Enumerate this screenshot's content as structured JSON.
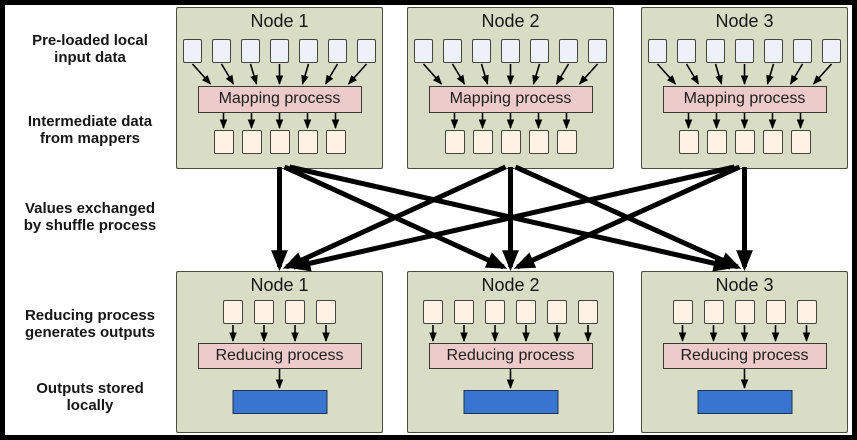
{
  "side_labels": [
    {
      "text": "Pre-loaded local\ninput data"
    },
    {
      "text": "Intermediate data\nfrom mappers"
    },
    {
      "text": "Values exchanged\nby shuffle process"
    },
    {
      "text": "Reducing process\ngenerates outputs"
    },
    {
      "text": "Outputs stored\nlocally"
    }
  ],
  "top_nodes": [
    {
      "title": "Node 1",
      "process": "Mapping process",
      "input_count": 7,
      "output_count": 5
    },
    {
      "title": "Node 2",
      "process": "Mapping process",
      "input_count": 7,
      "output_count": 5
    },
    {
      "title": "Node 3",
      "process": "Mapping process",
      "input_count": 7,
      "output_count": 5
    }
  ],
  "bottom_nodes": [
    {
      "title": "Node 1",
      "process": "Reducing process",
      "input_count": 4
    },
    {
      "title": "Node 2",
      "process": "Reducing process",
      "input_count": 6
    },
    {
      "title": "Node 3",
      "process": "Reducing process",
      "input_count": 5
    }
  ],
  "shuffle": {
    "connections": [
      [
        0,
        0
      ],
      [
        0,
        1
      ],
      [
        0,
        2
      ],
      [
        1,
        0
      ],
      [
        1,
        1
      ],
      [
        1,
        2
      ],
      [
        2,
        0
      ],
      [
        2,
        1
      ],
      [
        2,
        2
      ]
    ]
  },
  "colors": {
    "node-bg": "#d9ddc6",
    "node-border": "#4b4b45",
    "input-square-bg": "#eff1f8",
    "intermediate-square-bg": "#fdf2e3",
    "square-border": "#44443e",
    "process-box-bg": "#edcbca",
    "process-box-border": "#3a3a35",
    "output-bar-bg": "#3775d0",
    "output-bar-border": "#23324e",
    "arrow-color": "#000000",
    "text-color": "#161616"
  }
}
